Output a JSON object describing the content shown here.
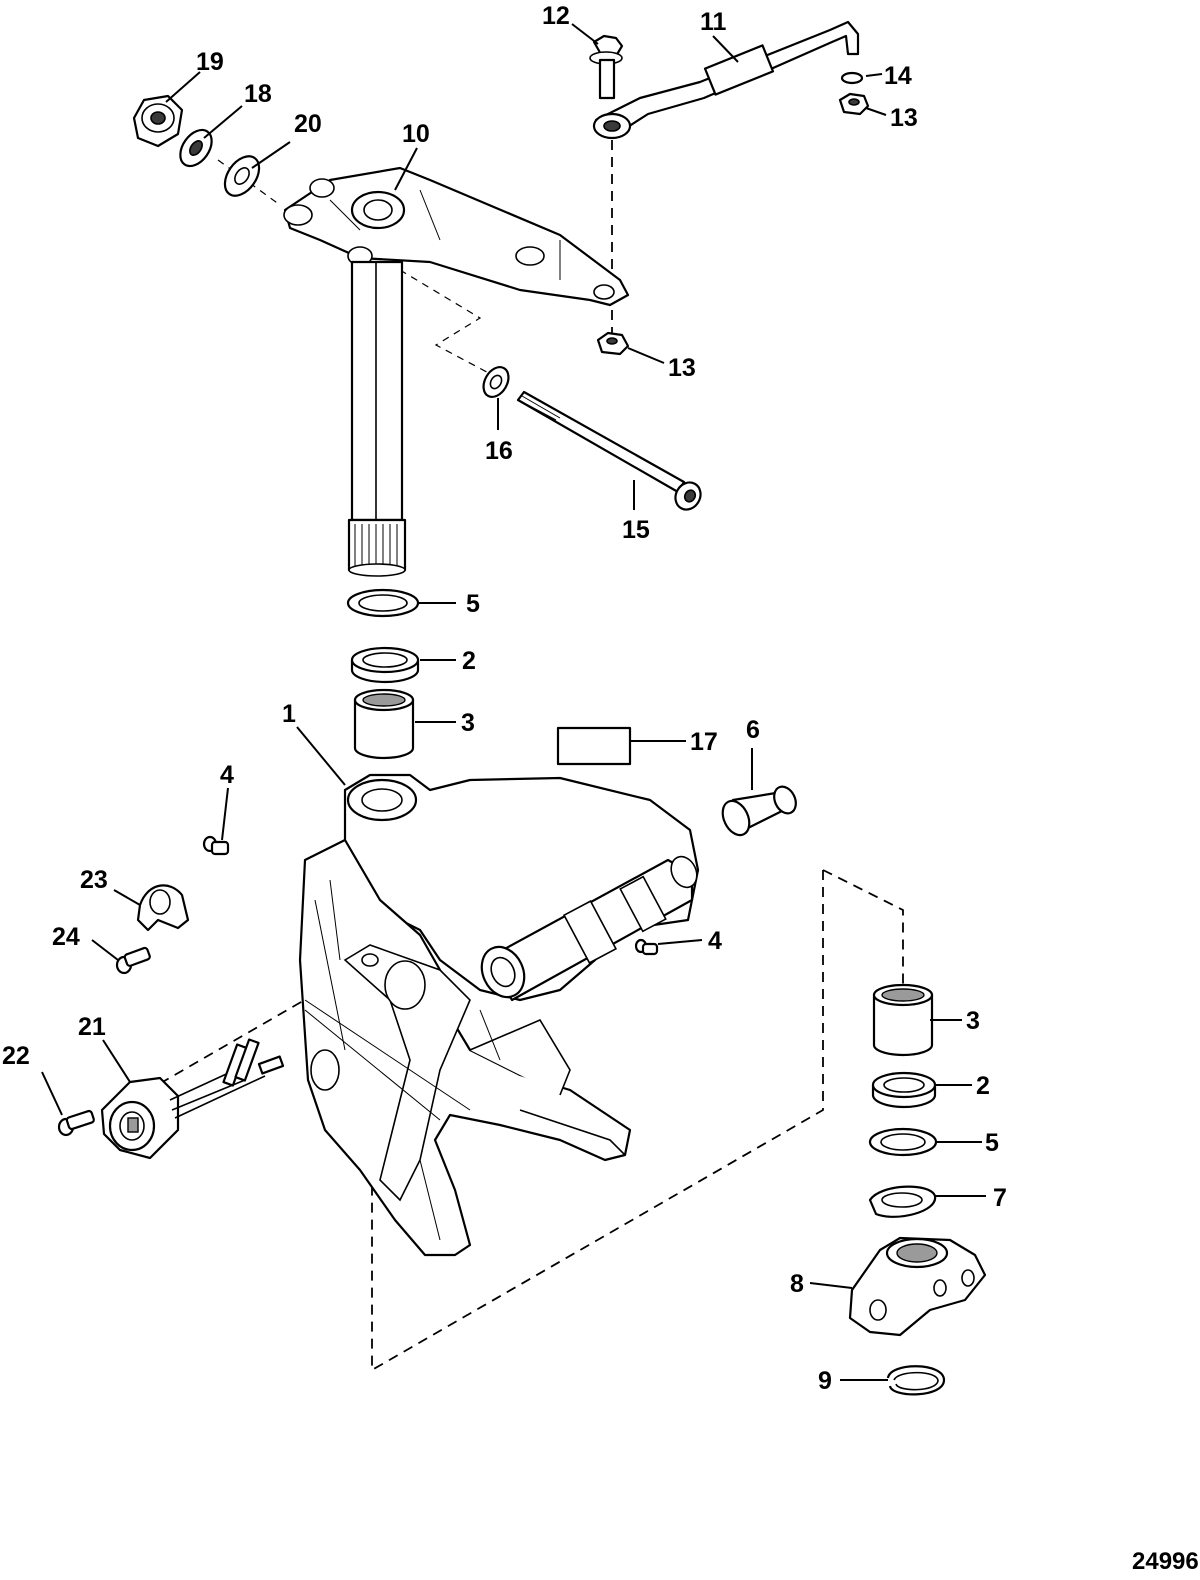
{
  "figure_id": "24996",
  "callouts": {
    "c1": "1",
    "c2a": "2",
    "c2b": "2",
    "c3a": "3",
    "c3b": "3",
    "c4a": "4",
    "c4b": "4",
    "c5a": "5",
    "c5b": "5",
    "c6": "6",
    "c7": "7",
    "c8": "8",
    "c9": "9",
    "c10": "10",
    "c11": "11",
    "c12": "12",
    "c13a": "13",
    "c13b": "13",
    "c14": "14",
    "c15": "15",
    "c16": "16",
    "c17": "17",
    "c18": "18",
    "c19": "19",
    "c20": "20",
    "c21": "21",
    "c22": "22",
    "c23": "23",
    "c24": "24"
  }
}
